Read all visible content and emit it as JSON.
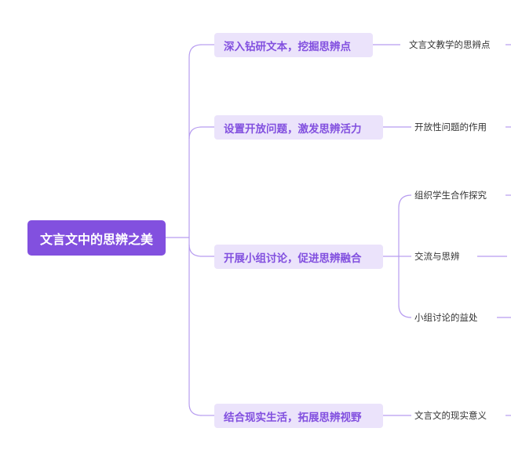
{
  "colors": {
    "accent": "#8250df",
    "branch_bg": "#ebe3fb",
    "connector": "#b79cf0",
    "leaf_text": "#333333"
  },
  "root": {
    "label": "文言文中的思辨之美"
  },
  "branches": [
    {
      "label": "深入钻研文本，挖掘思辨点",
      "children": [
        "文言文教学的思辨点"
      ]
    },
    {
      "label": "设置开放问题，激发思辨活力",
      "children": [
        "开放性问题的作用"
      ]
    },
    {
      "label": "开展小组讨论，促进思辨融合",
      "children": [
        "组织学生合作探究",
        "交流与思辨",
        "小组讨论的益处"
      ]
    },
    {
      "label": "结合现实生活，拓展思辨视野",
      "children": [
        "文言文的现实意义"
      ]
    }
  ]
}
